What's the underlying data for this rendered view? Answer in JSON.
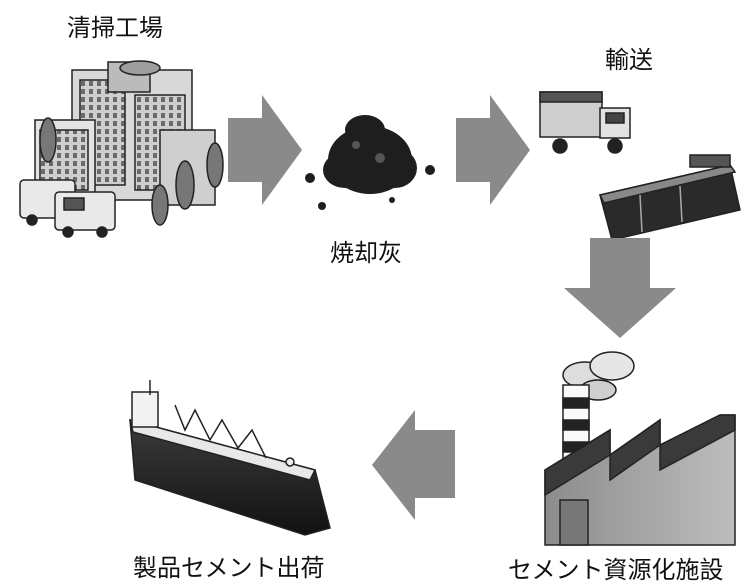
{
  "diagram": {
    "title": "",
    "steps": [
      {
        "id": "plant",
        "label": "清掃工場",
        "icon": "garbage-plant-icon"
      },
      {
        "id": "ash",
        "label": "焼却灰",
        "icon": "ash-pile-icon"
      },
      {
        "id": "transport",
        "label": "輸送",
        "icon": "truck-train-icon"
      },
      {
        "id": "cement",
        "label": "セメント資源化施設",
        "icon": "cement-factory-icon"
      },
      {
        "id": "ship",
        "label": "製品セメント出荷",
        "icon": "cargo-ship-icon"
      }
    ],
    "flow": [
      "plant→ash",
      "ash→transport",
      "transport→cement",
      "cement→ship"
    ],
    "colors": {
      "arrow": "#8a8a8a",
      "text": "#111111"
    }
  }
}
